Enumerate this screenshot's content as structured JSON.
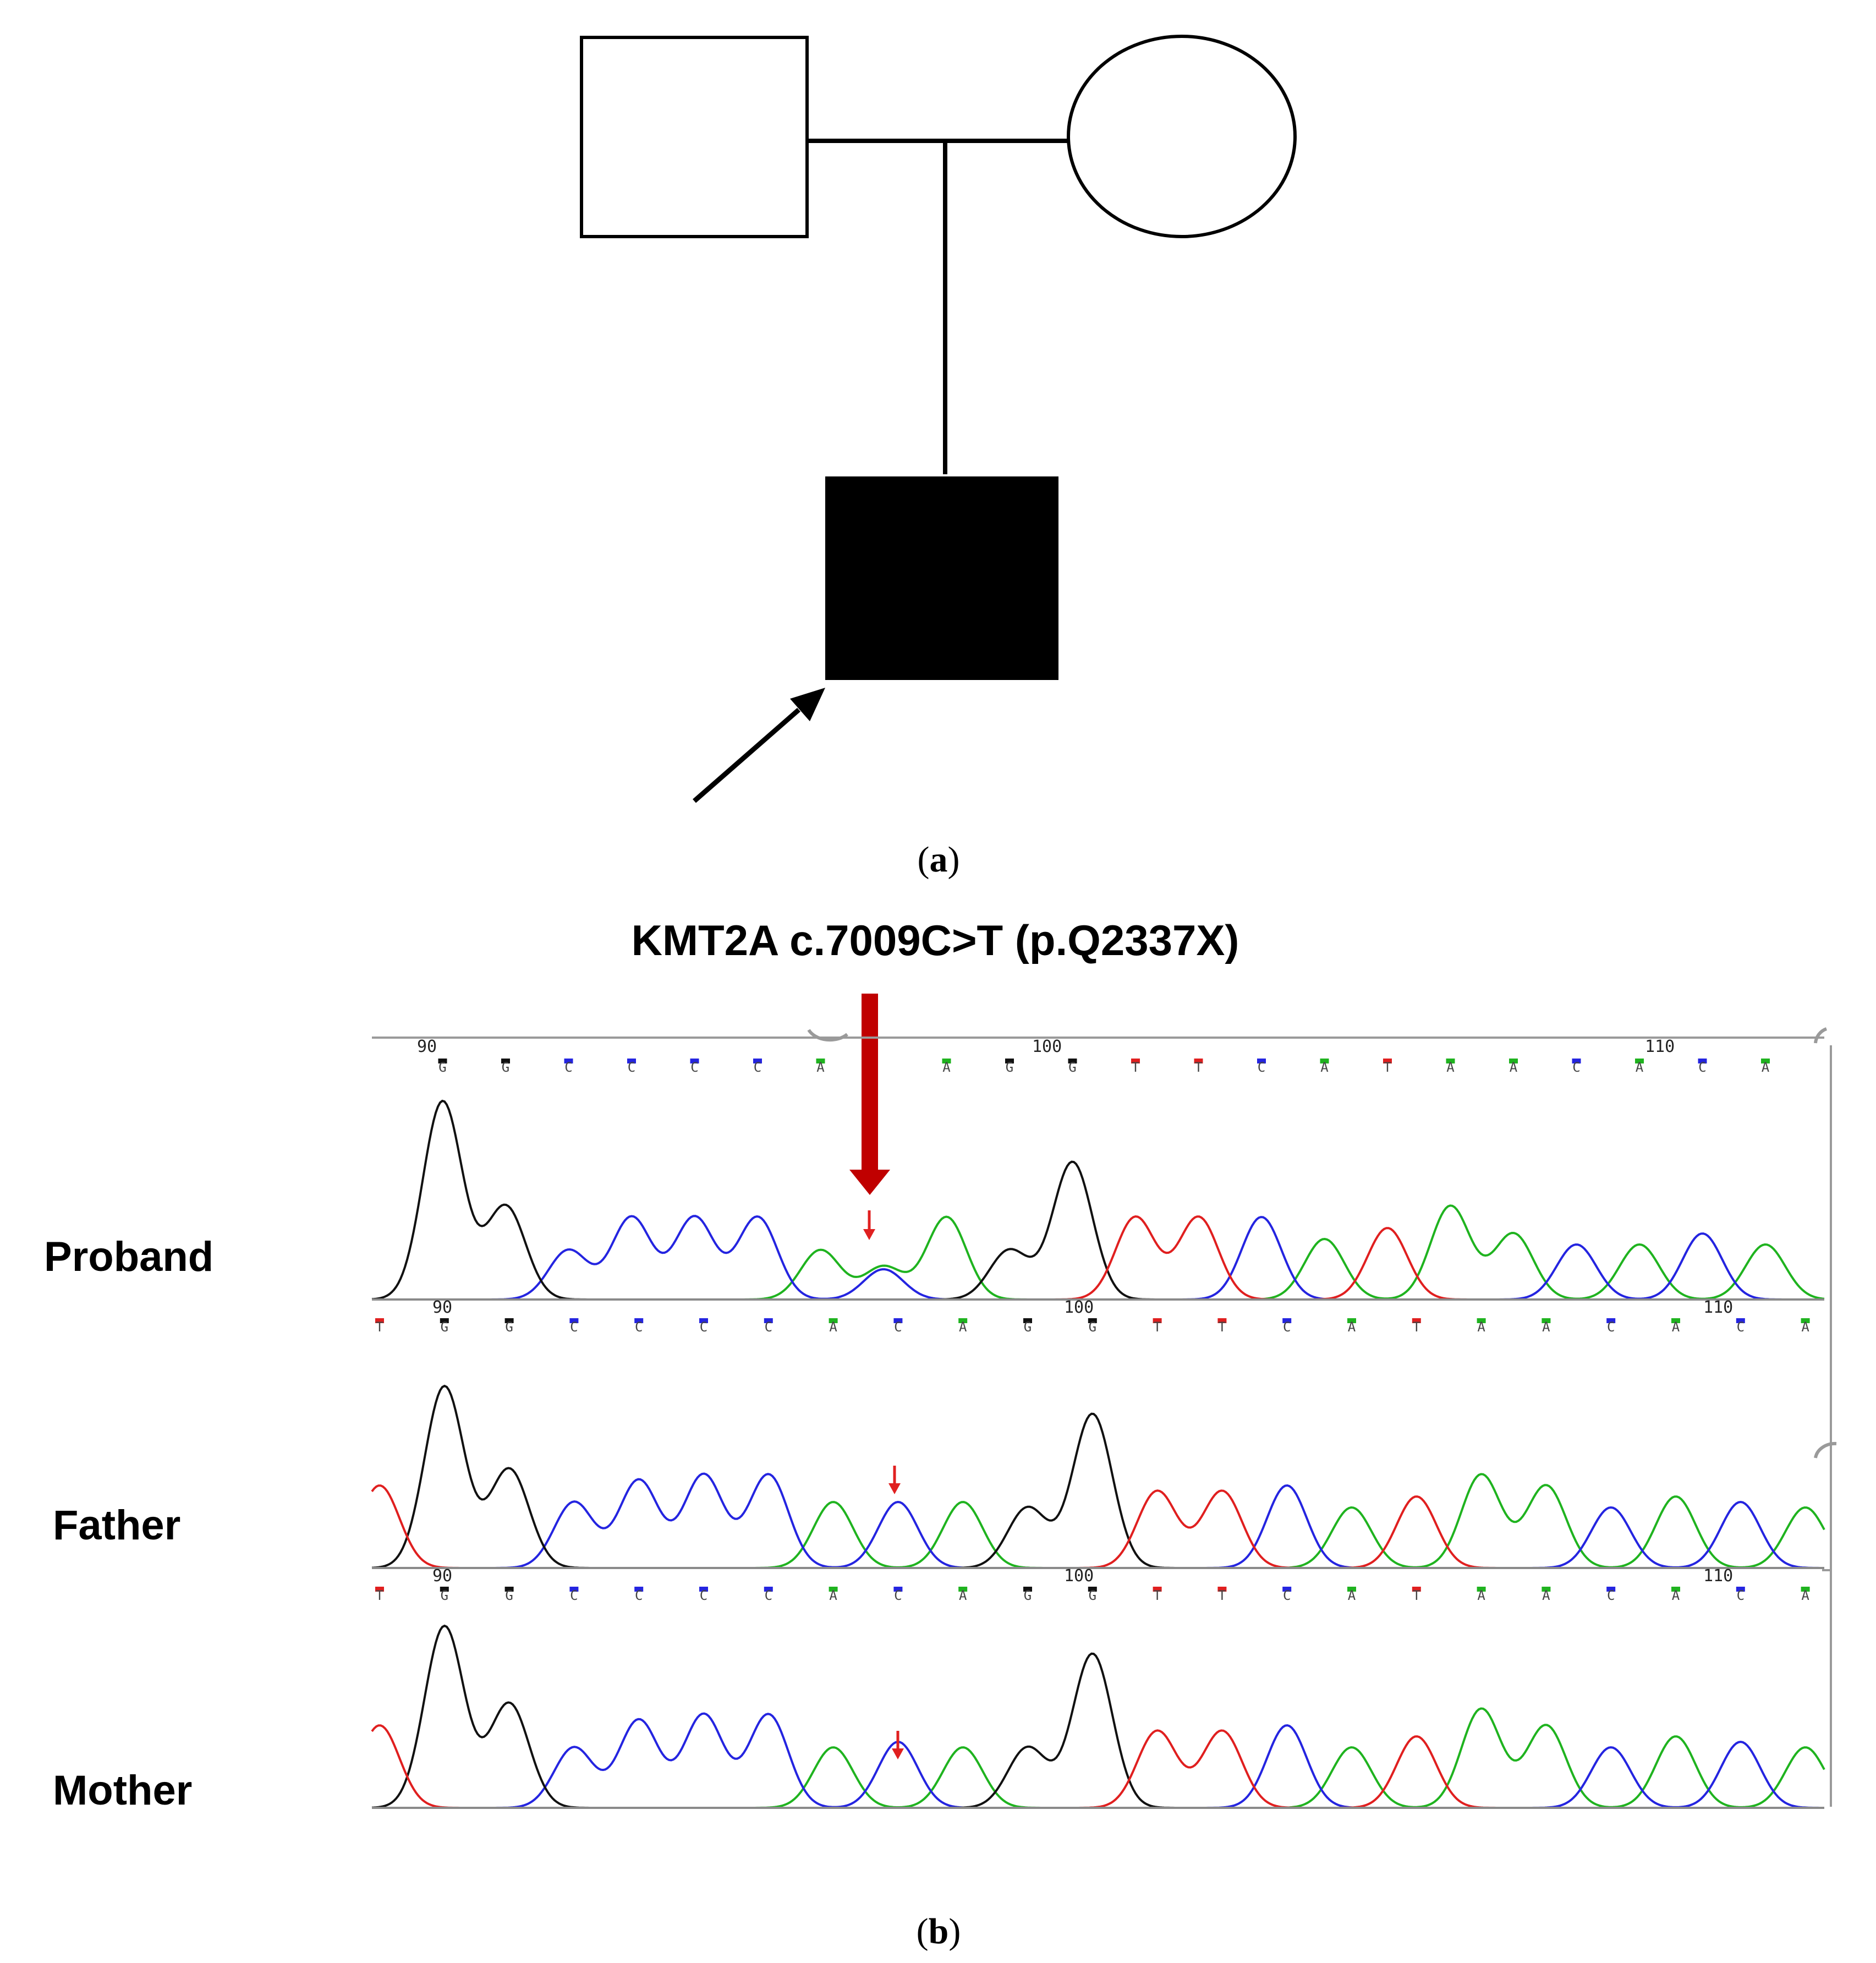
{
  "panel_a": {
    "label_open": "(",
    "label_letter": "a",
    "label_close": ")"
  },
  "panel_b": {
    "label_open": "(",
    "label_letter": "b",
    "label_close": ")",
    "title": "KMT2A c.7009C>T (p.Q2337X)"
  },
  "colors": {
    "A": "#1fb31f",
    "C": "#2424e0",
    "G": "#111111",
    "T": "#e01f1f",
    "mutation_arrow": "#c00000"
  },
  "traces": [
    {
      "label": "Proband",
      "pos_marks": [
        "90",
        "100",
        "110"
      ],
      "bases": [
        "",
        "G",
        "G",
        "C",
        "C",
        "C",
        "C",
        "A",
        "",
        "A",
        "G",
        "G",
        "T",
        "T",
        "C",
        "A",
        "T",
        "A",
        "A",
        "C",
        "A",
        "C",
        "A"
      ]
    },
    {
      "label": "Father",
      "pos_marks": [
        "90",
        "100",
        "110"
      ],
      "bases": [
        "T",
        "G",
        "G",
        "C",
        "C",
        "C",
        "C",
        "A",
        "C",
        "A",
        "G",
        "G",
        "T",
        "T",
        "C",
        "A",
        "T",
        "A",
        "A",
        "C",
        "A",
        "C",
        "A"
      ]
    },
    {
      "label": "Mother",
      "pos_marks": [
        "90",
        "100",
        "110"
      ],
      "bases": [
        "T",
        "G",
        "G",
        "C",
        "C",
        "C",
        "C",
        "A",
        "C",
        "A",
        "G",
        "G",
        "T",
        "T",
        "C",
        "A",
        "T",
        "A",
        "A",
        "C",
        "A",
        "C",
        "A"
      ]
    }
  ]
}
